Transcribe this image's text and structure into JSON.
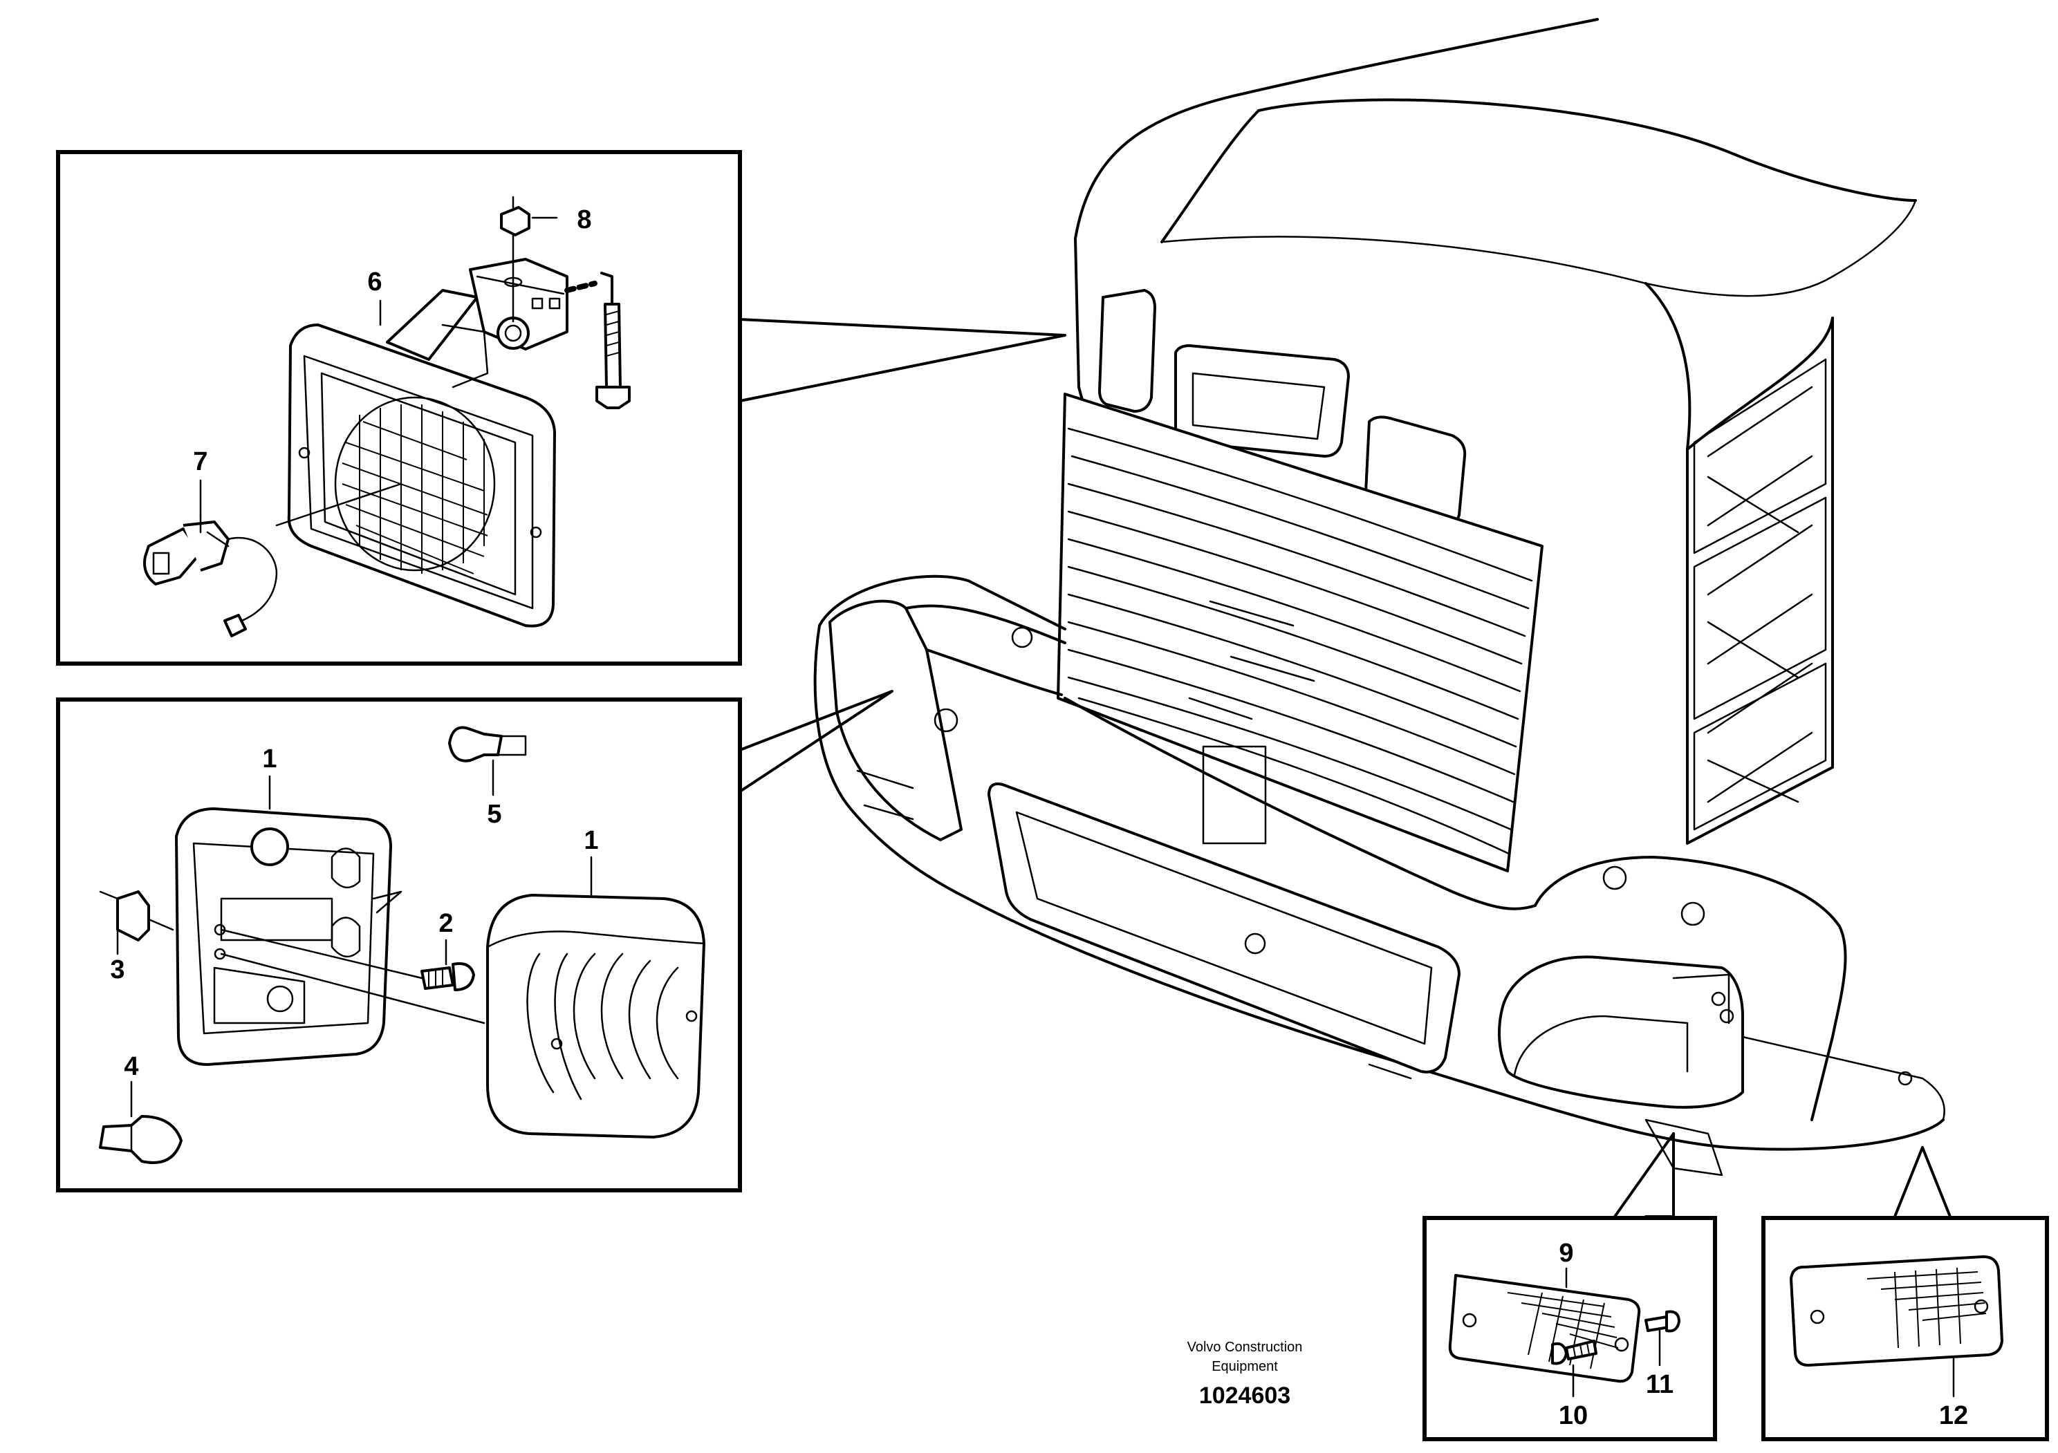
{
  "callouts": {
    "c1a": "1",
    "c1b": "1",
    "c2": "2",
    "c3": "3",
    "c4": "4",
    "c5": "5",
    "c6": "6",
    "c7": "7",
    "c8": "8",
    "c9": "9",
    "c10": "10",
    "c11": "11",
    "c12": "12"
  },
  "caption": {
    "line1": "Volvo Construction",
    "line2": "Equipment",
    "doc_number": "1024603"
  }
}
